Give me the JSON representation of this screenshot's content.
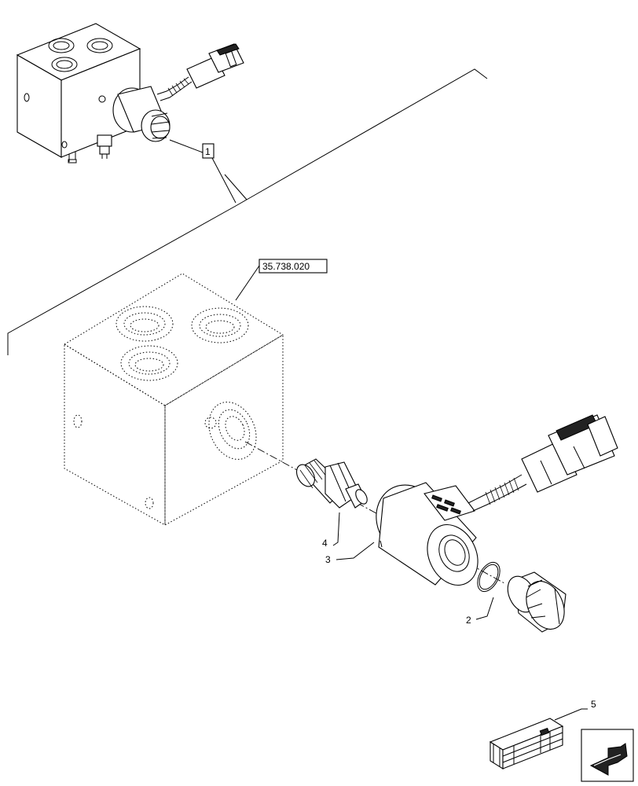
{
  "callouts": {
    "item_1": "1",
    "item_2": "2",
    "item_3": "3",
    "item_4": "4",
    "item_5": "5",
    "ref_block": "35.738.020"
  }
}
